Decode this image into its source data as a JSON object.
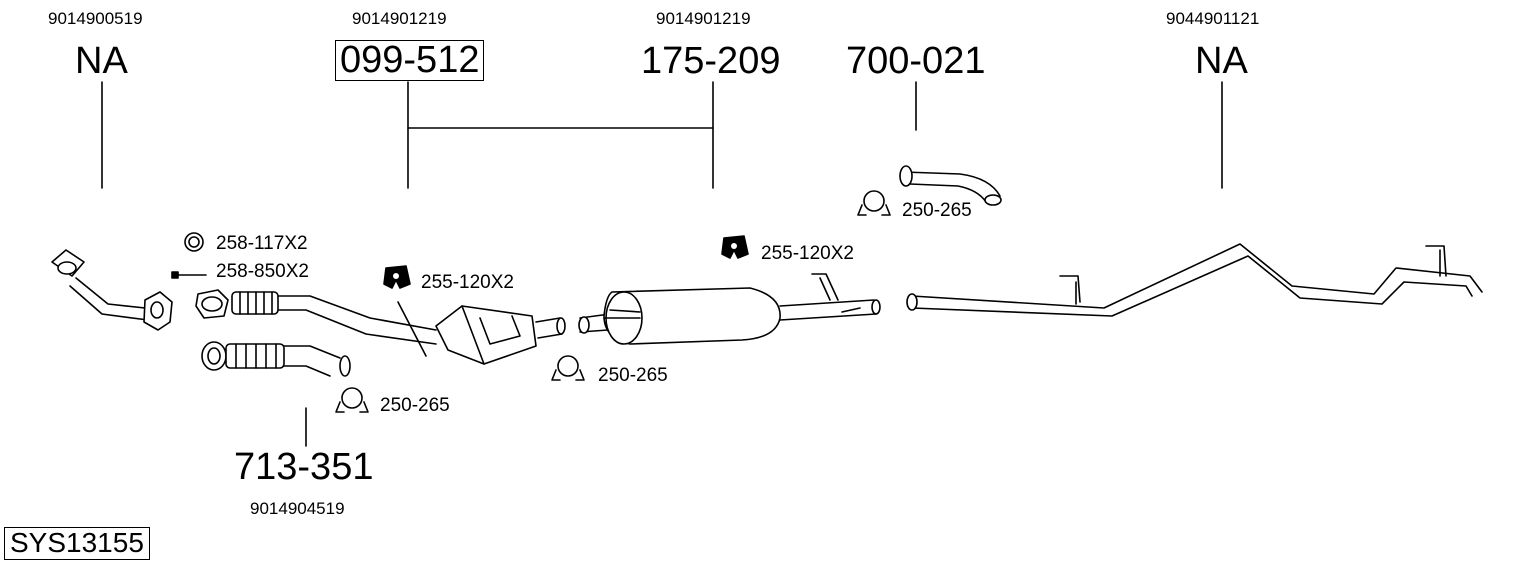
{
  "system_code": "SYS13155",
  "parts": [
    {
      "oem": "9014900519",
      "part_no": "NA",
      "boxed": false
    },
    {
      "oem": "9014901219",
      "part_no": "099-512",
      "boxed": true
    },
    {
      "oem": "9014901219",
      "part_no": "175-209",
      "boxed": false
    },
    {
      "oem": "",
      "part_no": "700-021",
      "boxed": false
    },
    {
      "oem": "9044901121",
      "part_no": "NA",
      "boxed": false
    },
    {
      "oem": "9014904519",
      "part_no": "713-351",
      "boxed": false
    }
  ],
  "accessories": [
    {
      "label": "258-117X2",
      "icon": "ring-gasket-icon"
    },
    {
      "label": "258-850X2",
      "icon": "bolt-icon"
    },
    {
      "label": "255-120X2",
      "icon": "rubber-hanger-icon"
    },
    {
      "label": "255-120X2",
      "icon": "rubber-hanger-icon"
    },
    {
      "label": "250-265",
      "icon": "clamp-icon"
    },
    {
      "label": "250-265",
      "icon": "clamp-icon"
    },
    {
      "label": "250-265",
      "icon": "clamp-icon"
    }
  ]
}
